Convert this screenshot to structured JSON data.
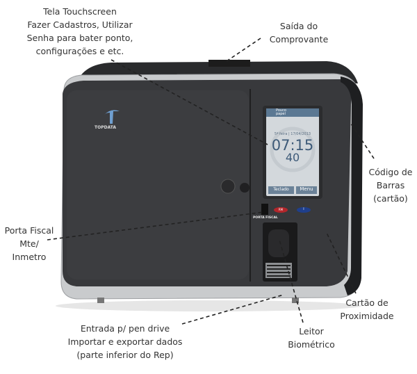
{
  "annotations": {
    "touchscreen": [
      "Tela Touchscreen",
      "Fazer Cadastros, Utilizar",
      "Senha para bater ponto,",
      "configurações e etc."
    ],
    "receipt_output": [
      "Saída do",
      "Comprovante"
    ],
    "barcode": [
      "Código de",
      "Barras",
      "(cartão)"
    ],
    "fiscal_port": [
      "Porta Fiscal",
      "Mte/",
      "Inmetro"
    ],
    "proximity_card": [
      "Cartão de",
      "Proximidade"
    ],
    "biometric_reader": [
      "Leitor",
      "Biométrico"
    ],
    "pen_drive": [
      "Entrada p/ pen drive",
      "Importar e exportar dados",
      "(parte inferior do Rep)"
    ]
  },
  "device": {
    "brand": "TOPDATA",
    "port_label": "PORTA FISCAL",
    "screen": {
      "status": "Pouco papel",
      "date": "5ª feira | 17/04/2013",
      "time": "07:15",
      "seconds": "40",
      "keyboard_button": "Teclado",
      "menu_button": "Menu"
    },
    "buttons": {
      "red": "RM",
      "blue": "i"
    }
  },
  "colors": {
    "body": "#3a3b3e",
    "frame": "#c8cacc",
    "screen": "#d5dade",
    "time_text": "#3d5a78"
  }
}
